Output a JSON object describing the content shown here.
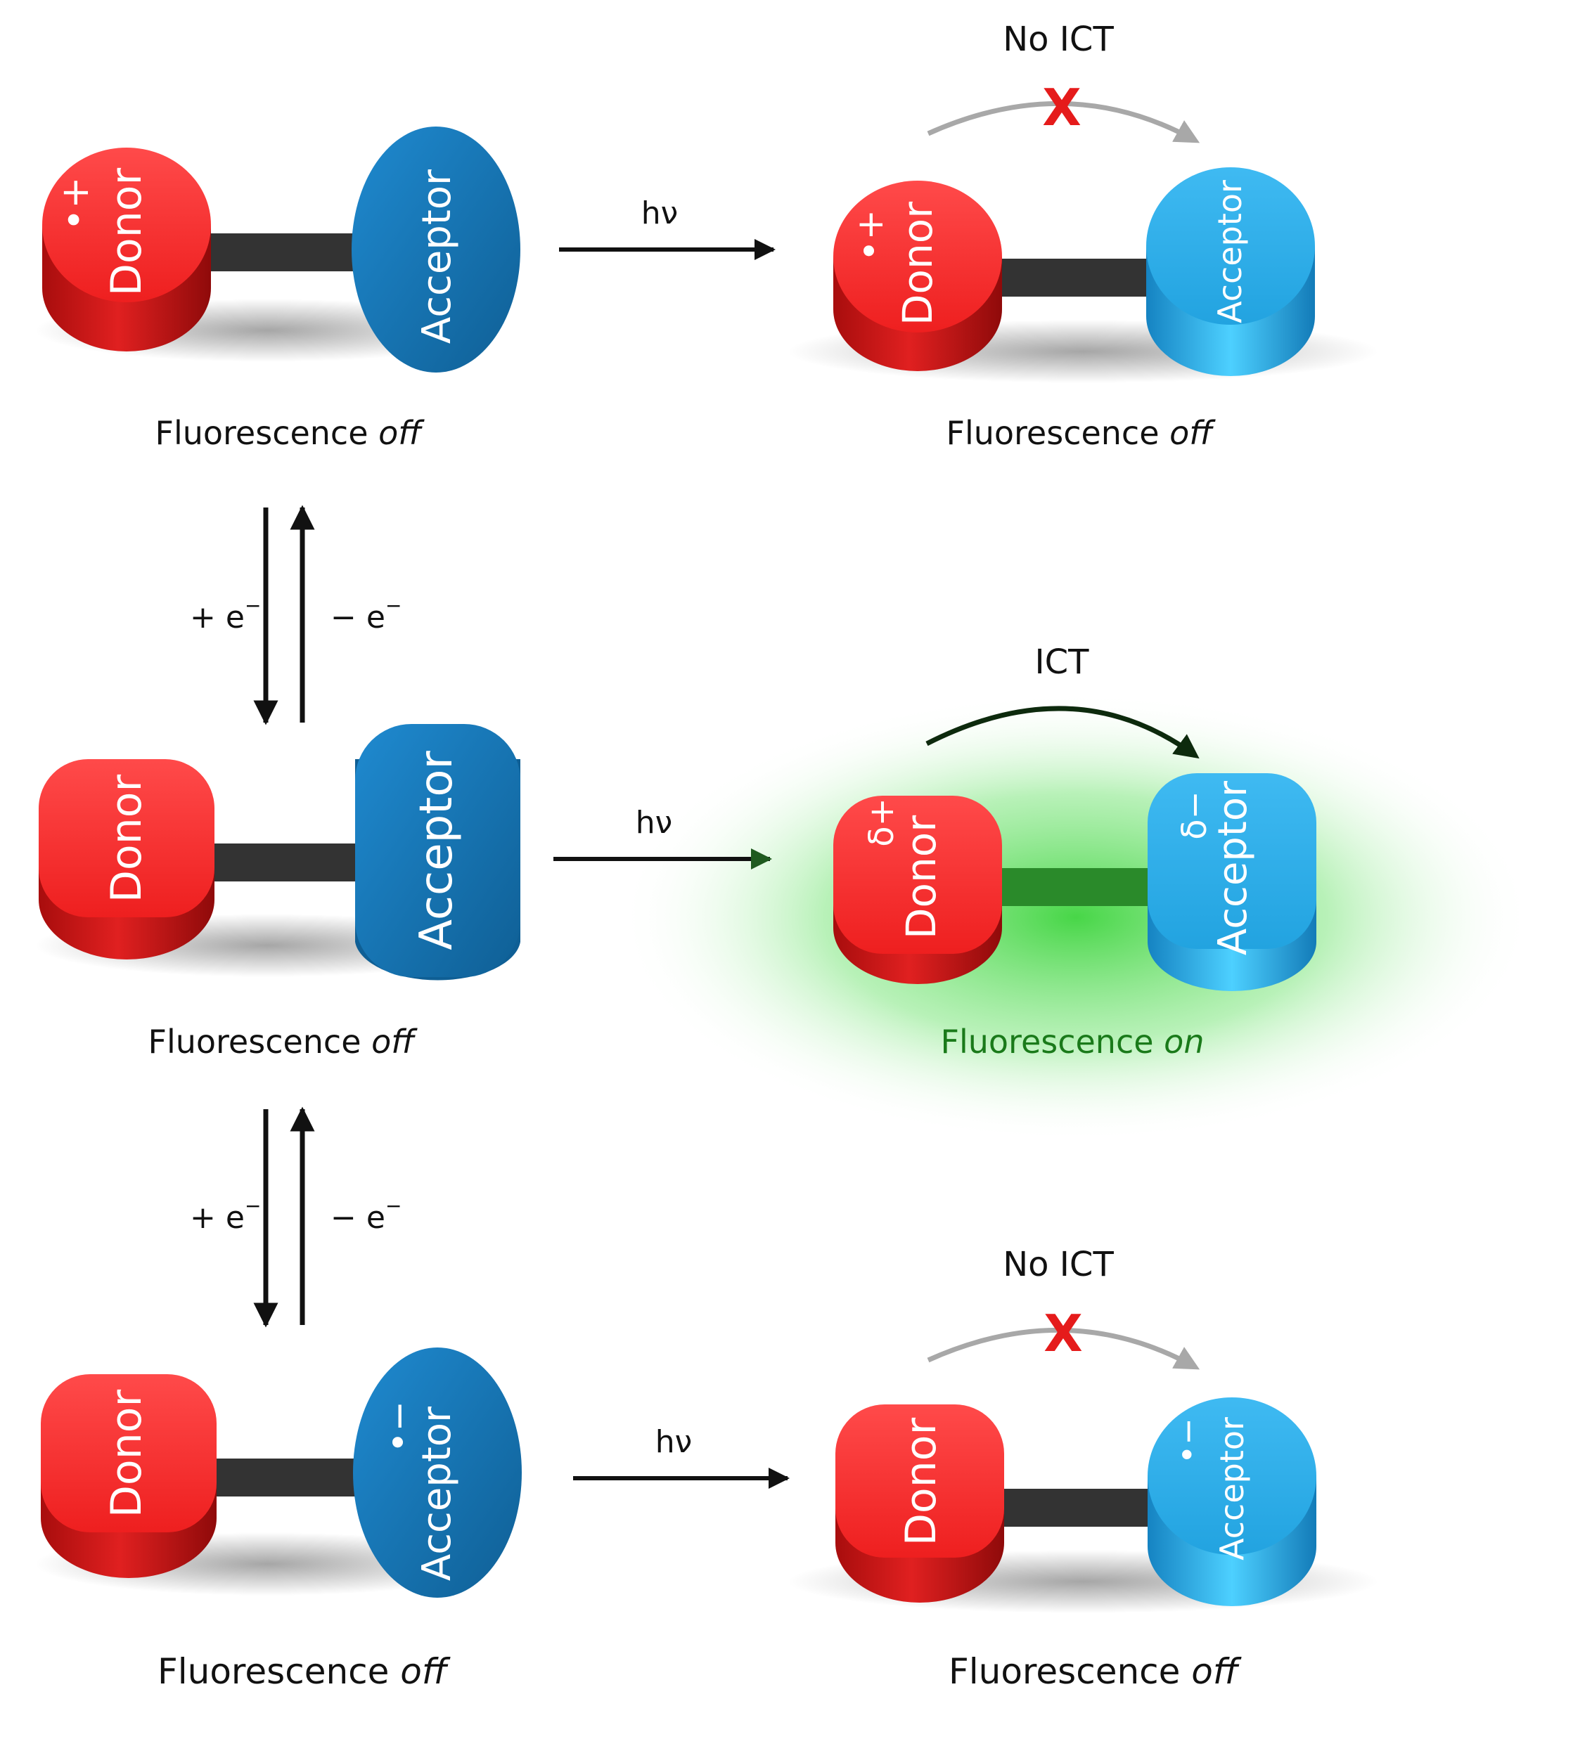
{
  "rows": {
    "top_left": {
      "donor": {
        "label": "Donor",
        "charge": "•+"
      },
      "acceptor": {
        "label": "Acceptor"
      },
      "caption_main": "Fluorescence ",
      "caption_state": "off"
    },
    "top_right": {
      "donor": {
        "label": "Donor",
        "charge": "•+"
      },
      "acceptor": {
        "label": "Acceptor"
      },
      "transfer_label": "No ICT",
      "transfer_mark": "X",
      "caption_main": "Fluorescence ",
      "caption_state": "off"
    },
    "middle_left": {
      "donor": {
        "label": "Donor"
      },
      "acceptor": {
        "label": "Acceptor"
      },
      "caption_main": "Fluorescence ",
      "caption_state": "off"
    },
    "middle_right": {
      "donor": {
        "label": "Donor",
        "charge": "δ+"
      },
      "acceptor": {
        "label": "Acceptor",
        "charge": "δ−"
      },
      "transfer_label": "ICT",
      "caption_main": "Fluorescence ",
      "caption_state": "on"
    },
    "bottom_left": {
      "donor": {
        "label": "Donor"
      },
      "acceptor": {
        "label": "Acceptor",
        "charge": "•−"
      },
      "caption_main": "Fluorescence ",
      "caption_state": "off"
    },
    "bottom_right": {
      "donor": {
        "label": "Donor"
      },
      "acceptor": {
        "label": "Acceptor",
        "charge": "•−"
      },
      "transfer_label": "No ICT",
      "transfer_mark": "X",
      "caption_main": "Fluorescence ",
      "caption_state": "off"
    }
  },
  "excitation_label": "hν",
  "equilibria": {
    "add_electron": "+ e",
    "remove_electron": "− e",
    "superscript": "−"
  },
  "colors": {
    "donor_red": "#f02a2a",
    "acceptor_dark_blue": "#1779b5",
    "acceptor_light_blue": "#2aa9e6",
    "linker": "#333333",
    "glow_green": "#3ed43e",
    "cross_red": "#e51b1b"
  }
}
